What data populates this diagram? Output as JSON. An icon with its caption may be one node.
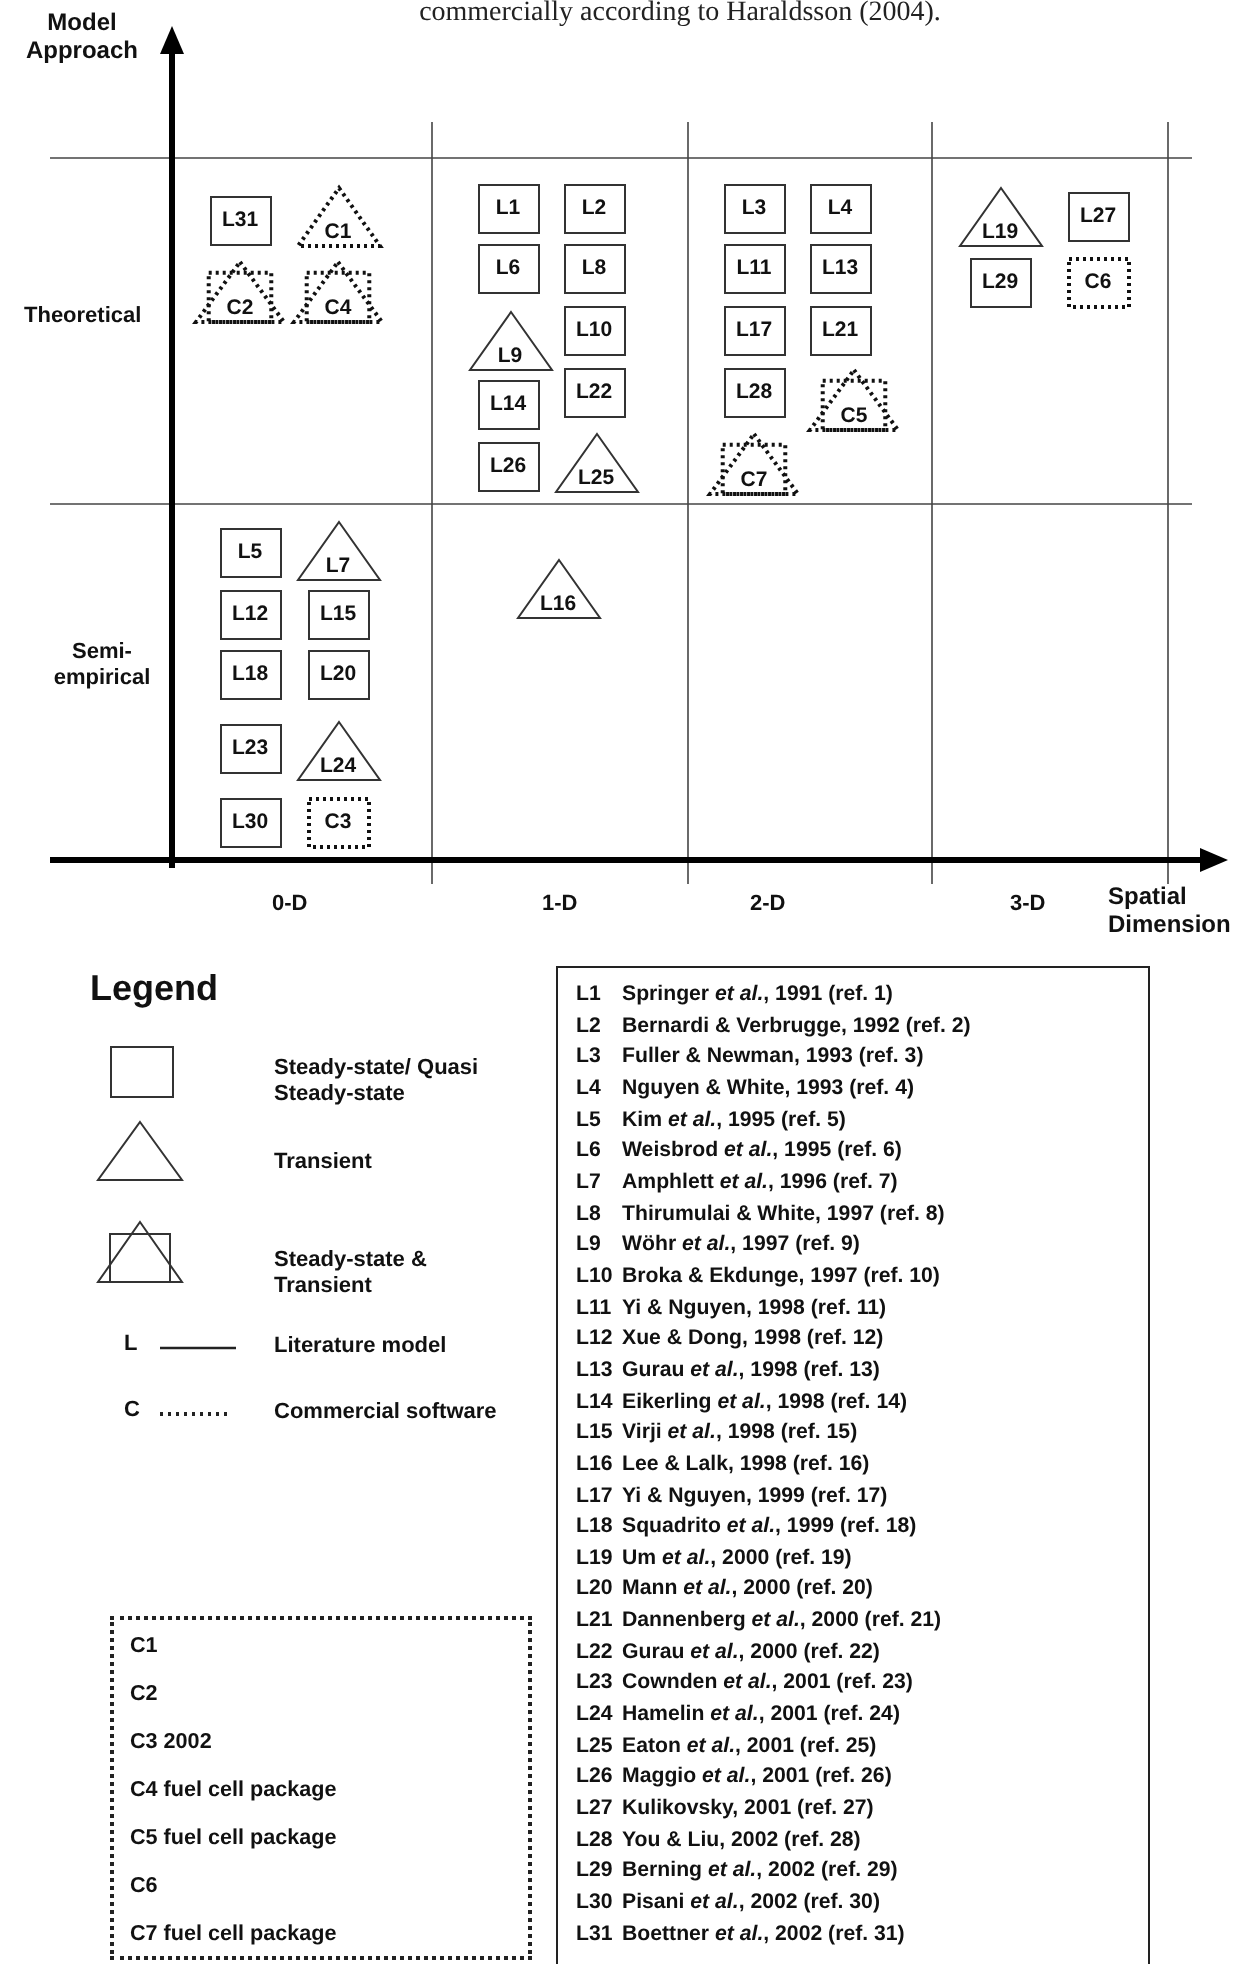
{
  "diagram": {
    "nodes": [
      {
        "text": [
          "L31"
        ]
      },
      {
        "text": [
          "C1"
        ]
      },
      {
        "text": [
          "L1"
        ]
      },
      {
        "text": [
          "L2"
        ]
      },
      {
        "text": [
          "L3"
        ]
      },
      {
        "text": [
          "L4"
        ]
      },
      {
        "text": [
          "L19"
        ]
      },
      {
        "text": [
          "L27"
        ]
      },
      {
        "text": [
          "L6"
        ]
      },
      {
        "text": [
          "L8"
        ]
      },
      {
        "text": [
          "L11"
        ]
      },
      {
        "text": [
          "L13"
        ]
      },
      {
        "text": [
          "L29"
        ]
      },
      {
        "text": [
          "C6"
        ]
      },
      {
        "text": [
          "C2"
        ]
      },
      {
        "text": [
          "C4"
        ]
      },
      {
        "text": [
          "L9"
        ]
      },
      {
        "text": [
          "L10"
        ]
      },
      {
        "text": [
          "L17"
        ]
      },
      {
        "text": [
          "L21"
        ]
      },
      {
        "text": [
          "L22"
        ]
      },
      {
        "text": [
          "L28"
        ]
      },
      {
        "text": [
          "L14"
        ]
      },
      {
        "text": [
          "C5"
        ]
      },
      {
        "text": [
          "L26"
        ]
      },
      {
        "text": [
          "L25"
        ]
      },
      {
        "text": [
          "C7"
        ]
      },
      {
        "text": [
          "L5"
        ]
      },
      {
        "text": [
          "L7"
        ]
      },
      {
        "text": [
          "L16"
        ]
      },
      {
        "text": [
          "L12"
        ]
      },
      {
        "text": [
          "L15"
        ]
      },
      {
        "text": [
          "L18"
        ]
      },
      {
        "text": [
          "L20"
        ]
      },
      {
        "text": [
          "L23"
        ]
      },
      {
        "text": [
          "L24"
        ]
      },
      {
        "text": [
          "L30"
        ]
      },
      {
        "text": [
          "C3"
        ]
      },
      {
        "text": [
          "L1 Springer *et al.*, 1991 (ref. 1)",
          "L2 Bernardi & Verbrugge, 1992 (ref. 2)",
          "L3 Fuller & Newman, 1993 (ref. 3)",
          "L4 Nguyen & White, 1993 (ref. 4)",
          "L5 Kim *et al.*, 1995 (ref. 5)",
          "L6 Weisbrod *et al.*, 1995 (ref. 6)",
          "L7 Amphlett *et al.*, 1996 (ref. 7)",
          "L8 Thirumulai & White, 1997 (ref. 8)",
          "L9 Wöhr *et al.*, 1997 (ref. 9)",
          "L10 Broka & Ekdunge, 1997 (ref. 10)",
          "L11 Yi & Nguyen, 1998 (ref. 11)",
          "L12 Xue & Dong, 1998 (ref. 12)",
          "L13 Gurau *et al.*, 1998 (ref. 13)",
          "L14 Eikerling *et al.*, 1998 (ref. 14)",
          "L15 Virji *et al.*, 1998 (ref. 15)",
          "L16 Lee & Lalk, 1998 (ref. 16)",
          "L17 Yi & Nguyen, 1999 (ref. 17)",
          "L18 Squadrito *et al.*, 1999 (ref. 18)",
          "L19 Um *et al.*, 2000 (ref. 19)",
          "L20 Mann *et al.*, 2000 (ref. 20)",
          "L21 Dannenberg *et al.*, 2000 (ref. 21)",
          "L22 Gurau *et al.*, 2000 (ref. 22)",
          "L23 Cownden *et al.*, 2001 (ref. 23)",
          "L24 Hamelin *et al.*, 2001 (ref. 24)",
          "L25 Eaton *et al.*, 2001 (ref. 25)",
          "L26 Maggio *et al.*, 2001 (ref. 26)",
          "L27 Kulikovsky, 2001 (ref. 27)",
          "L28 You & Liu, 2002 (ref. 28)",
          "L29 Berning *et al.*, 2002 (ref. 29)",
          "L30 Pisani *et al.*, 2002 (ref. 30)",
          "L31 Boettner *et al.*, 2002 (ref. 31)"
        ]
      },
      {
        "text": [
          "C1",
          "C2",
          "C3 2002",
          "C4 fuel cell package",
          "C5 fuel cell package",
          "C6",
          "C7 fuel cell package"
        ]
      }
    ],
    "labels": [
      "commercially according to Haraldsson (2004).",
      "Model Approach",
      "Theoretical",
      "Semi- empirical",
      "0-D",
      "1-D",
      "2-D",
      "3-D",
      "Spatial Dimension",
      "Legend",
      "L",
      "C"
    ],
    "legend": [
      {
        "text": "Steady-state/ Quasi Steady-state"
      },
      {
        "text": "Transient"
      },
      {
        "text": "Steady-state & Transient"
      },
      {
        "text": "Literature model"
      },
      {
        "text": "Commercial software"
      }
    ]
  }
}
